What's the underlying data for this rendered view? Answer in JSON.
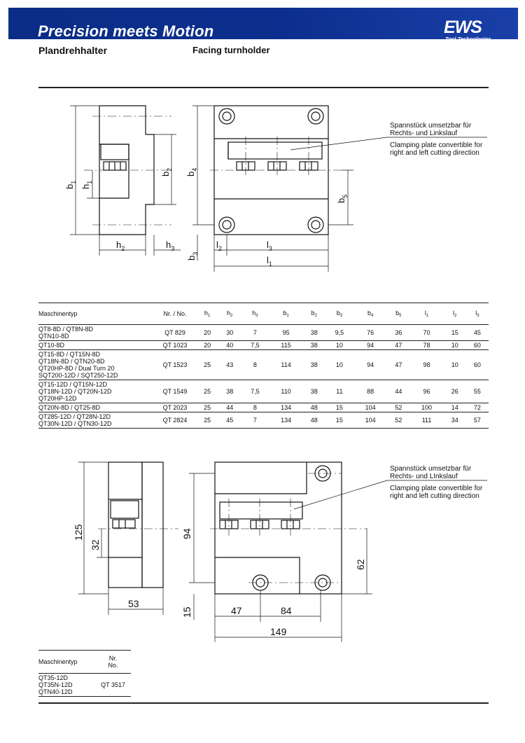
{
  "header": {
    "banner_title": "Precision meets Motion",
    "logo_main": "EWS",
    "logo_sub": "Tool Technologies",
    "title_de": "Plandrehhalter",
    "title_en": "Facing turnholder"
  },
  "colors": {
    "banner": "#0c2f8f",
    "text": "#111111"
  },
  "drawing1": {
    "labels": {
      "b1": "b",
      "h1": "h",
      "b2": "b",
      "h2": "h",
      "h3": "h",
      "b4": "b",
      "b5": "b",
      "l2": "l",
      "l3": "l",
      "b3": "b",
      "l1": "l"
    },
    "subs": {
      "b1": "1",
      "h1": "1",
      "b2": "2",
      "h2": "2",
      "h3": "3",
      "b4": "4",
      "b5": "5",
      "l2": "2",
      "l3": "3",
      "b3": "3",
      "l1": "1"
    },
    "note_de_1": "Spannstück umsetzbar für",
    "note_de_2": "Rechts- und Linkslauf",
    "note_en_1": "Clamping plate convertible for",
    "note_en_2": "right and left cutting direction"
  },
  "table": {
    "headers": [
      {
        "main": "Maschinentyp",
        "sub": ""
      },
      {
        "main": "Nr. / No.",
        "sub": ""
      },
      {
        "main": "h",
        "sub": "1"
      },
      {
        "main": "h",
        "sub": "2"
      },
      {
        "main": "h",
        "sub": "3"
      },
      {
        "main": "b",
        "sub": "1"
      },
      {
        "main": "b",
        "sub": "2"
      },
      {
        "main": "b",
        "sub": "3"
      },
      {
        "main": "b",
        "sub": "4"
      },
      {
        "main": "b",
        "sub": "5"
      },
      {
        "main": "l",
        "sub": "1"
      },
      {
        "main": "l",
        "sub": "2"
      },
      {
        "main": "l",
        "sub": "3"
      }
    ],
    "rows": [
      {
        "models": [
          "QT8-8D / QT8N-8D",
          "QTN10-8D"
        ],
        "nr": "QT 829",
        "vals": [
          "20",
          "30",
          "7",
          "95",
          "38",
          "9,5",
          "76",
          "36",
          "70",
          "15",
          "45"
        ]
      },
      {
        "models": [
          "QT10-8D"
        ],
        "nr": "QT 1023",
        "vals": [
          "20",
          "40",
          "7,5",
          "115",
          "38",
          "10",
          "94",
          "47",
          "78",
          "10",
          "60"
        ]
      },
      {
        "models": [
          "QT15-8D / QT15N-8D",
          "QT18N-8D / QTN20-8D",
          "QT20HP-8D / Dual Turn 20",
          "SQT200-12D / SQT250-12D"
        ],
        "nr": "QT 1523",
        "vals": [
          "25",
          "43",
          "8",
          "114",
          "38",
          "10",
          "94",
          "47",
          "98",
          "10",
          "60"
        ]
      },
      {
        "models": [
          "QT15-12D / QT15N-12D",
          "QT18N-12D / QT20N-12D",
          "QT20HP-12D"
        ],
        "nr": "QT 1549",
        "vals": [
          "25",
          "38",
          "7,5",
          "110",
          "38",
          "11",
          "88",
          "44",
          "96",
          "26",
          "55"
        ]
      },
      {
        "models": [
          "QT20N-8D / QT25-8D"
        ],
        "nr": "QT 2023",
        "vals": [
          "25",
          "44",
          "8",
          "134",
          "48",
          "15",
          "104",
          "52",
          "100",
          "14",
          "72"
        ]
      },
      {
        "models": [
          "QT285-12D / QT28N-12D",
          "QT30N-12D / QTN30-12D"
        ],
        "nr": "QT 2824",
        "vals": [
          "25",
          "45",
          "7",
          "134",
          "48",
          "15",
          "104",
          "52",
          "111",
          "34",
          "57"
        ]
      }
    ]
  },
  "drawing2": {
    "dims": {
      "d125": "125",
      "d32": "32",
      "d53": "53",
      "d94": "94",
      "d15": "15",
      "d47": "47",
      "d84": "84",
      "d62": "62",
      "d149": "149"
    },
    "note_de_1": "Spannstück umsetzbar für",
    "note_de_2": "Rechts- und LInkslauf",
    "note_en_1": "Clamping plate convertible for",
    "note_en_2": "right and left cutting direction"
  },
  "table2": {
    "header_type": "Maschinentyp",
    "header_nr_1": "Nr.",
    "header_nr_2": "No.",
    "models": [
      "QT35-12D",
      "QT35N-12D",
      "QTN40-12D"
    ],
    "nr": "QT 3517"
  }
}
